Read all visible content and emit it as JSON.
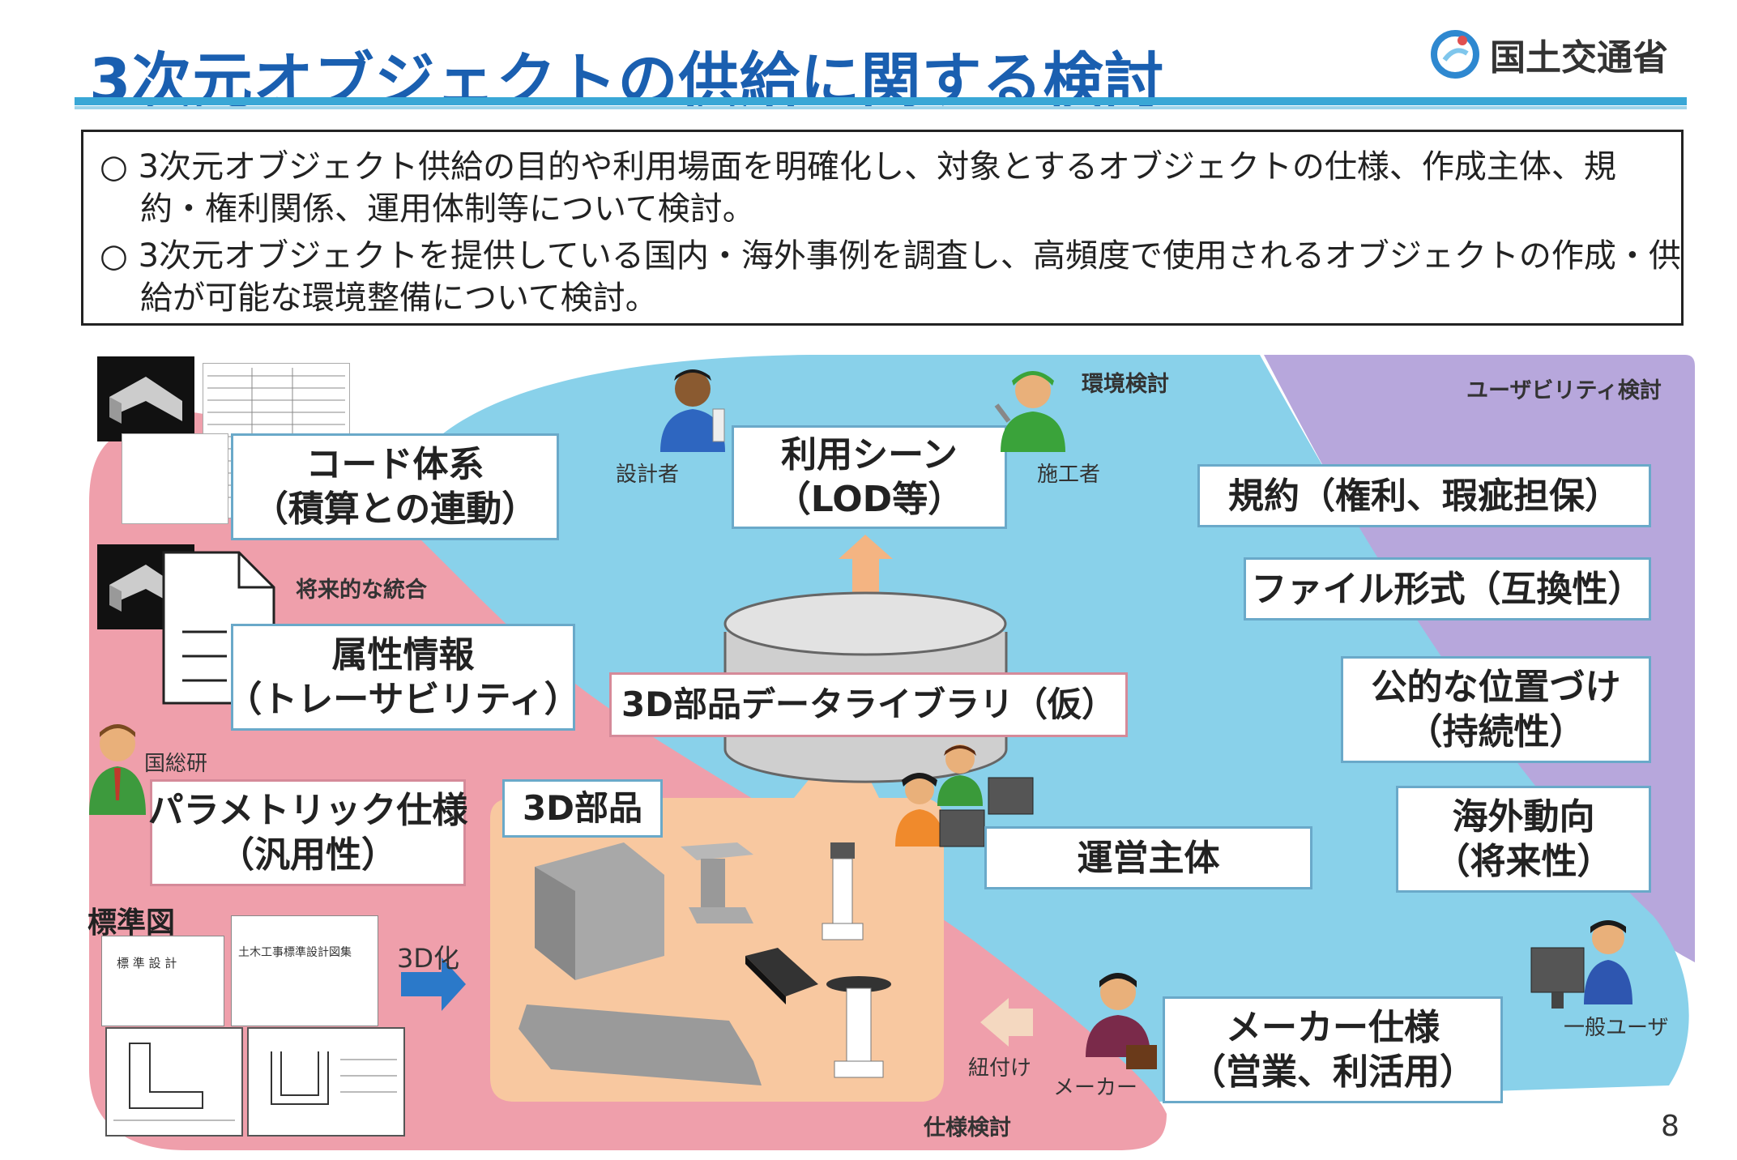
{
  "header": {
    "title": "3次元オブジェクトの供給に関する検討",
    "org_name": "国土交通省"
  },
  "summary": {
    "lines": [
      "○ 3次元オブジェクト供給の目的や利用場面を明確化し、対象とするオブジェクトの仕様、作成主体、規",
      "約・権利関係、運用体制等について検討。",
      "○ 3次元オブジェクトを提供している国内・海外事例を調査し、高頻度で使用されるオブジェクトの作成・供",
      "給が可能な環境整備について検討。"
    ]
  },
  "regions": {
    "environment": "環境検討",
    "usability": "ユーザビリティ検討",
    "specification": "仕様検討",
    "future_integration": "将来的な統合"
  },
  "boxes": {
    "code_system": [
      "コード体系",
      "（積算との連動）"
    ],
    "attributes": [
      "属性情報",
      "（トレーサビリティ）"
    ],
    "parametric": [
      "パラメトリック仕様",
      "（汎用性）"
    ],
    "usage_scene": [
      "利用シーン",
      "（LOD等）"
    ],
    "library": "3D部品データライブラリ（仮）",
    "parts": "3D部品",
    "operator": "運営主体",
    "maker_spec": [
      "メーカー仕様",
      "（営業、利活用）"
    ],
    "terms": "規約（権利、瑕疵担保）",
    "file_format": "ファイル形式（互換性）",
    "public_position": [
      "公的な位置づけ",
      "（持続性）"
    ],
    "overseas": [
      "海外動向",
      "（将来性）"
    ]
  },
  "roles": {
    "designer": "設計者",
    "constructor": "施工者",
    "nilim": "国総研",
    "maker": "メーカー",
    "general_user": "一般ユーザ"
  },
  "labels": {
    "standard_drawing": "標準図",
    "to_3d": "3D化",
    "link": "紐付け",
    "doc_left": "標 準 設 計",
    "doc_right": "土木工事標準設計図集"
  },
  "page_number": "8",
  "colors": {
    "title": "#1a5fb0",
    "cyan_region": "#89d1ea",
    "pink_region": "#ef9fab",
    "purple_region": "#b7a7dc",
    "parts_region": "#f8c8a0",
    "arrow_blue": "#2b79c9",
    "arrow_orange": "#f4b482"
  }
}
